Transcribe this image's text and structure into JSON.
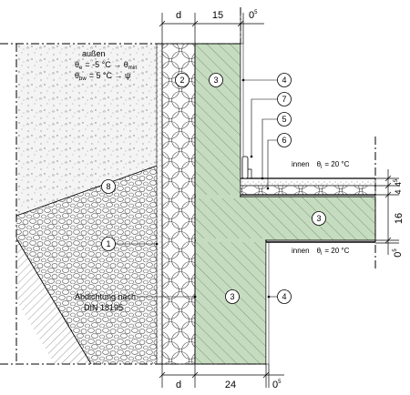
{
  "dimensions": {
    "top": {
      "d": "d",
      "wall": "15",
      "gap_base": "0",
      "gap_exp": "5"
    },
    "bottom": {
      "d": "d",
      "wall": "24",
      "gap_base": "0",
      "gap_exp": "5"
    },
    "right": {
      "v1_base": "4",
      "v1_exp": "5",
      "v2": "4",
      "v3": "16",
      "v4_base": "0",
      "v4_exp": "5"
    }
  },
  "outside": {
    "title": "außen",
    "theta_e_sym": "θ",
    "theta_e_sub": "e",
    "theta_e_val": "=   -5 °C → θ",
    "theta_e_target_sub": "min",
    "theta_bw_sym": "θ",
    "theta_bw_sub": "bw",
    "theta_bw_val": "=    5 °C → ψ"
  },
  "inside_upper": {
    "word": "innen",
    "sym": "θ",
    "sub": "i",
    "val": "=  20 °C"
  },
  "inside_lower": {
    "word": "innen",
    "sym": "θ",
    "sub": "i",
    "val": "=  20 °C"
  },
  "waterproofing": {
    "line1": "Abdichtung nach",
    "line2": "DIN 18195"
  },
  "markers": [
    "1",
    "2",
    "3",
    "3",
    "3",
    "4",
    "4",
    "5",
    "6",
    "7",
    "8"
  ],
  "colors": {
    "concrete": "#c6dcc0",
    "line": "#000000"
  }
}
